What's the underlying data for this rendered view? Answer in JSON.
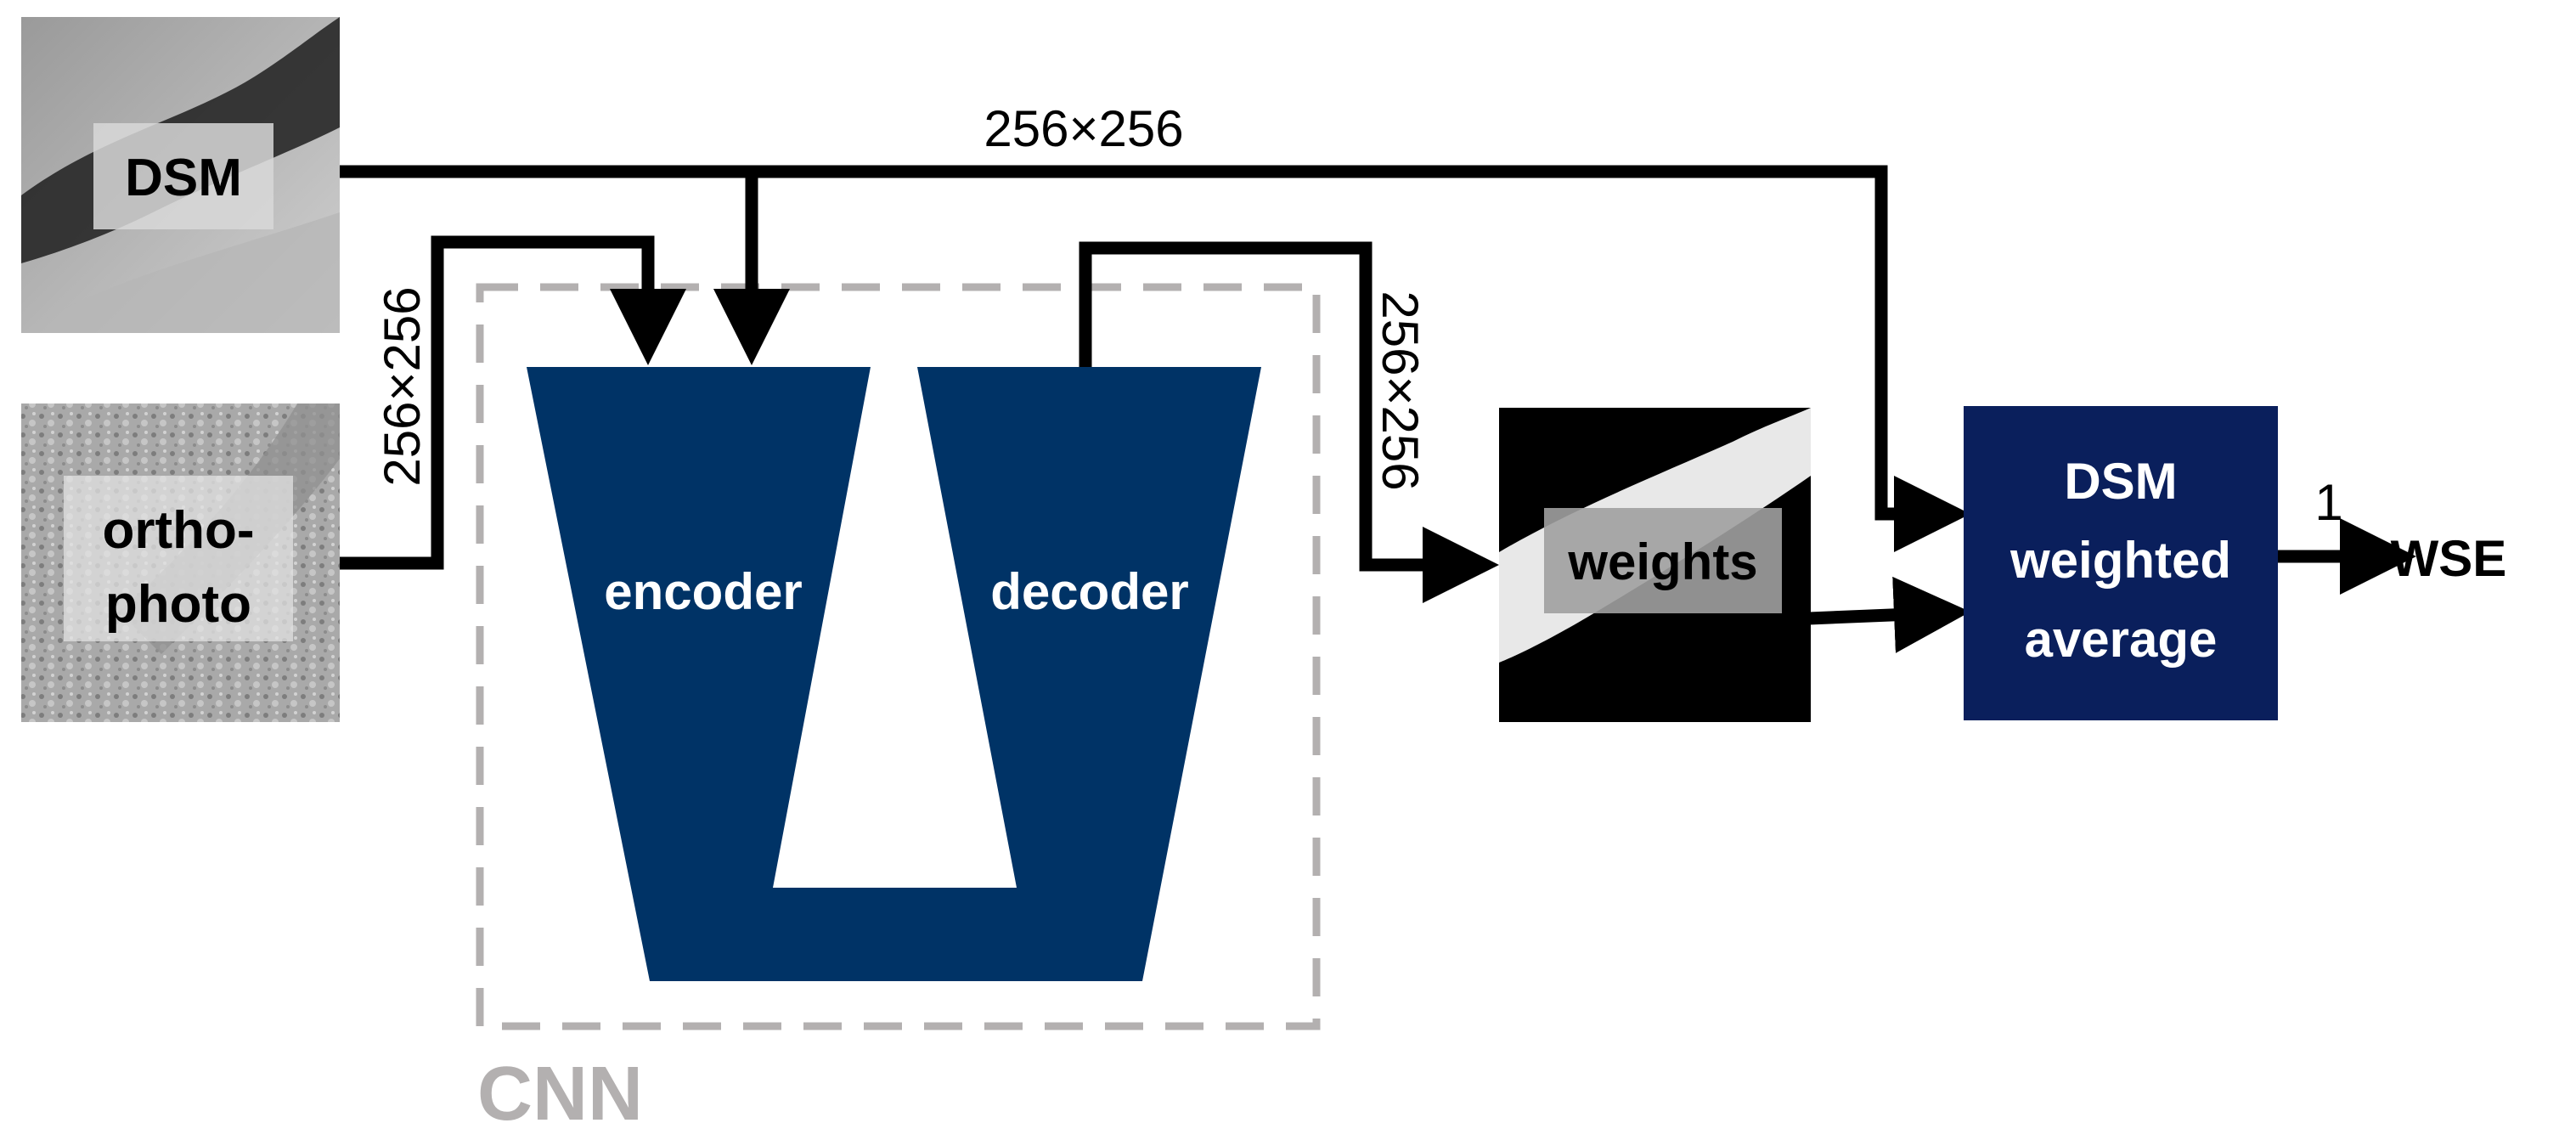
{
  "inputs": {
    "dsm_label": "DSM",
    "orthophoto_label_line1": "ortho-",
    "orthophoto_label_line2": "photo"
  },
  "cnn": {
    "label": "CNN",
    "encoder_label": "encoder",
    "decoder_label": "decoder"
  },
  "sizes": {
    "dsm_to_average": "256×256",
    "inputs_to_encoder": "256×256",
    "decoder_to_weights": "256×256",
    "average_to_output": "1"
  },
  "weights_label": "weights",
  "average_block": {
    "line1": "DSM",
    "line2": "weighted",
    "line3": "average"
  },
  "output_label": "WSE",
  "colors": {
    "network_blue": "#003366",
    "block_navy": "#0a1f5c",
    "arrow": "#000000",
    "cnn_dashed": "#b3b0b0"
  }
}
